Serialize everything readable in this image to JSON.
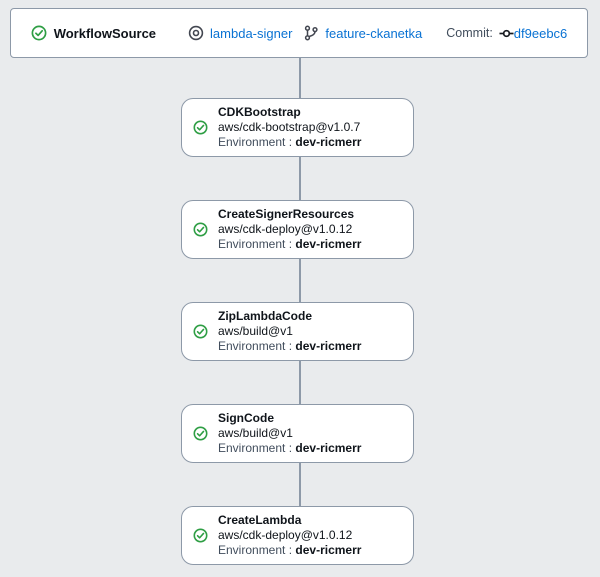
{
  "colors": {
    "page_background": "#e9ebed",
    "card_background": "#ffffff",
    "border_gray": "#8d99a8",
    "link_blue": "#0972d3",
    "text_dark": "#0f141a",
    "text_secondary": "#414d5c",
    "success_green": "#2e9e44"
  },
  "source_bar": {
    "status_icon": "check-circle-icon",
    "title": "WorkflowSource",
    "repository": {
      "icon": "repository-icon",
      "label": "lambda-signer"
    },
    "branch": {
      "icon": "branch-icon",
      "label": "feature-ckanetka"
    },
    "commit": {
      "prefix": "Commit:",
      "icon": "commit-icon",
      "label": "df9eebc6"
    }
  },
  "nodes": [
    {
      "title": "CDKBootstrap",
      "action": "aws/cdk-bootstrap@v1.0.7",
      "env_label": "Environment :",
      "environment": "dev-ricmerr",
      "status": "success"
    },
    {
      "title": "CreateSignerResources",
      "action": "aws/cdk-deploy@v1.0.12",
      "env_label": "Environment :",
      "environment": "dev-ricmerr",
      "status": "success"
    },
    {
      "title": "ZipLambdaCode",
      "action": "aws/build@v1",
      "env_label": "Environment :",
      "environment": "dev-ricmerr",
      "status": "success"
    },
    {
      "title": "SignCode",
      "action": "aws/build@v1",
      "env_label": "Environment :",
      "environment": "dev-ricmerr",
      "status": "success"
    },
    {
      "title": "CreateLambda",
      "action": "aws/cdk-deploy@v1.0.12",
      "env_label": "Environment :",
      "environment": "dev-ricmerr",
      "status": "success"
    }
  ]
}
